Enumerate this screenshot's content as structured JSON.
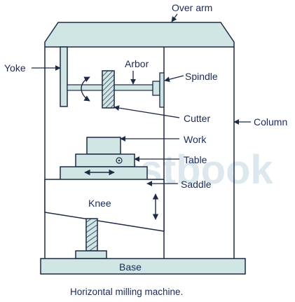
{
  "watermark": "testbook",
  "labels": {
    "over_arm": "Over arm",
    "yoke": "Yoke",
    "arbor": "Arbor",
    "spindle": "Spindle",
    "cutter": "Cutter",
    "column": "Column",
    "work": "Work",
    "table": "Table",
    "saddle": "Saddle",
    "knee": "Knee",
    "base": "Base"
  },
  "caption": "Horizontal milling machine.",
  "colors": {
    "fill": "#cfe6e4",
    "stroke": "#1f2a44",
    "label": "#1a2a5a",
    "arrow": "#1f2a44",
    "watermark": "#dce8ee"
  }
}
